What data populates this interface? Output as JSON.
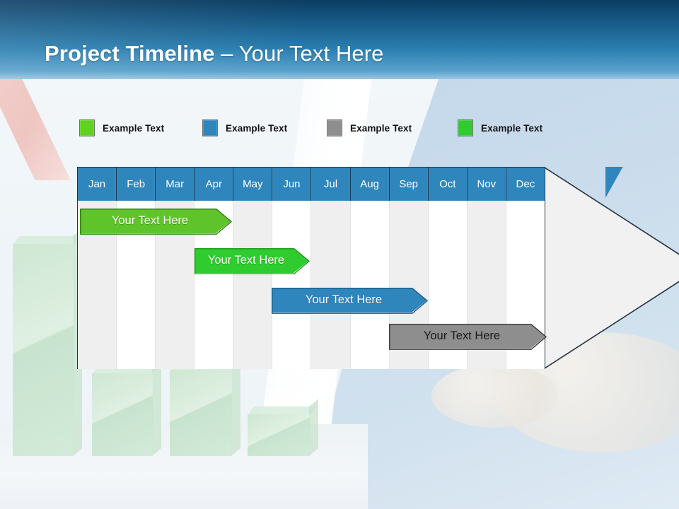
{
  "slide": {
    "title_strong": "Project Timeline",
    "title_dash": " – ",
    "title_light": "Your Text Here"
  },
  "legend": {
    "items": [
      {
        "label": "Example Text",
        "color": "#5fd11f",
        "icon": "square-swatch-green"
      },
      {
        "label": "Example Text",
        "color": "#2e86bd",
        "icon": "square-swatch-blue"
      },
      {
        "label": "Example Text",
        "color": "#8e8e8e",
        "icon": "square-swatch-gray"
      },
      {
        "label": "Example Text",
        "color": "#2ecc2e",
        "icon": "square-swatch-green"
      }
    ]
  },
  "timeline": {
    "months": [
      "Jan",
      "Feb",
      "Mar",
      "Apr",
      "May",
      "Jun",
      "Jul",
      "Aug",
      "Sep",
      "Oct",
      "Nov",
      "Dec"
    ],
    "header_color": "#2e86bd",
    "stripe_color": "#efefef",
    "arrow_head_color": "#f1f1f1",
    "tasks": [
      {
        "label": "Your  Text Here",
        "color": "#5fc42b",
        "text_tone": "light",
        "start_month": "Jan",
        "end_month": "May"
      },
      {
        "label": "Your  Text Here",
        "color": "#2ecc2e",
        "text_tone": "light",
        "start_month": "Apr",
        "end_month": "Jul"
      },
      {
        "label": "Your  Text Here",
        "color": "#2e86bd",
        "text_tone": "light",
        "start_month": "Jun",
        "end_month": "Sep"
      },
      {
        "label": "Your  Text Here",
        "color": "#8e8e8e",
        "text_tone": "dark",
        "start_month": "Sep",
        "end_month": "Dec"
      }
    ]
  }
}
